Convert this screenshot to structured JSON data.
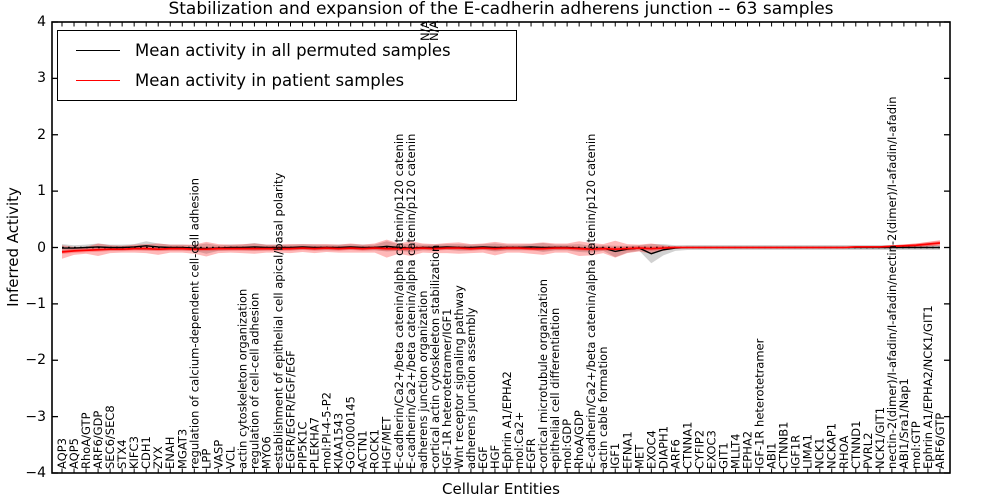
{
  "title": "Stabilization and expansion of the E-cadherin adherens junction -- 63 samples",
  "top_annotations": [
    {
      "text": "N/A"
    },
    {
      "text": "N/A"
    }
  ],
  "legend": {
    "items": [
      {
        "label": "Mean activity in all permuted samples",
        "color": "#000000"
      },
      {
        "label": "Mean activity in patient samples",
        "color": "#ff0000"
      }
    ]
  },
  "colors": {
    "permuted_line": "#000000",
    "patient_line": "#ff0000",
    "permuted_band": "rgba(0,0,0,0.18)",
    "patient_band": "rgba(255,0,0,0.28)",
    "zero_line": "#000000"
  },
  "chart_data": {
    "type": "line",
    "title": "Stabilization and expansion of the E-cadherin adherens junction -- 63 samples",
    "xlabel": "Cellular Entities",
    "ylabel": "Inferred Activity",
    "ylim": [
      -4,
      4
    ],
    "yticks": [
      4,
      3,
      2,
      1,
      0,
      -1,
      -2,
      -3,
      -4
    ],
    "grid": false,
    "legend_position": "upper left",
    "zero_reference_line": {
      "y": 0,
      "style": "dotted",
      "color": "#000000"
    },
    "categories": [
      "AQP3",
      "AQP5",
      "RhoA/GTP",
      "ARF6/GDP",
      "SEC6/SEC8",
      "STX4",
      "KIFC3",
      "CDH1",
      "ZYX",
      "ENAH",
      "MGAT3",
      "regulation of calcium-dependent cell-cell adhesion",
      "LPP",
      "VASP",
      "VCL",
      "actin cytoskeleton organization",
      "regulation of cell-cell adhesion",
      "MYO6",
      "establishment of epithelial cell apical/basal polarity",
      "EGFR/EGFR/EGF/EGF",
      "PIP5K1C",
      "PLEKHA7",
      "mol:PI-4-5-P2",
      "KIAA1543",
      "GO:0000145",
      "ACTN1",
      "ROCK1",
      "HGF/MET",
      "E-cadherin/Ca2+/beta catenin/alpha catenin/p120 catenin",
      "E-cadherin/Ca2+/beta catenin/alpha catenin/p120 catenin",
      "adherens junction organization",
      "cortical actin cytoskeleton stabilization",
      "IGF-1R heterotetramer/IGF1",
      "Wnt receptor signaling pathway",
      "adherens junction assembly",
      "EGF",
      "HGF",
      "Ephrin A1/EPHA2",
      "mol:Ca2+",
      "EGFR",
      "cortical microtubule organization",
      "epithelial cell differentiation",
      "mol:GDP",
      "RhoA/GDP",
      "E-cadherin/Ca2+/beta catenin/alpha catenin/p120 catenin",
      "actin cable formation",
      "IGF1",
      "EFNA1",
      "MET",
      "EXOC4",
      "DIAPH1",
      "ARF6",
      "CTNNA1",
      "CYFIP2",
      "EXOC3",
      "GIT1",
      "MLLT4",
      "EPHA2",
      "IGF-1R heterotetramer",
      "ABI1",
      "CTNNB1",
      "IGF1R",
      "LIMA1",
      "NCK1",
      "NCKAP1",
      "RHOA",
      "CTNND1",
      "PVRL2",
      "NCK1/GIT1",
      "nectin-2(dimer)/I-afadin/I-afadin/nectin-2(dimer)/I-afadin/I-afadin",
      "ABI1/Sra1/Nap1",
      "mol:GTP",
      "Ephrin A1/EPHA2/NCK1/GIT1",
      "ARF6/GTP"
    ],
    "series": [
      {
        "name": "Mean activity in all permuted samples",
        "color": "#000000",
        "band_color": "rgba(0,0,0,0.18)",
        "values": [
          -0.01,
          -0.01,
          0,
          0.01,
          0,
          0,
          0.01,
          0.03,
          0.01,
          0,
          0,
          -0.01,
          -0.02,
          -0.01,
          0,
          0,
          0.01,
          0,
          0,
          0,
          0.01,
          0,
          0,
          0,
          0.01,
          0,
          0,
          0.02,
          0,
          -0.01,
          0,
          0,
          0.01,
          0,
          0,
          0.01,
          0,
          0,
          0,
          0.01,
          0,
          0,
          0,
          -0.01,
          -0.03,
          -0.01,
          -0.07,
          -0.03,
          -0.01,
          -0.11,
          -0.04,
          -0.01,
          0,
          0,
          0,
          0,
          0,
          0,
          0,
          0,
          0,
          0,
          0,
          0,
          0,
          0,
          0,
          0,
          0,
          0,
          0,
          0,
          0,
          0
        ],
        "band_halfwidth": [
          0.07,
          0.05,
          0.05,
          0.06,
          0.05,
          0.05,
          0.05,
          0.08,
          0.06,
          0.05,
          0.05,
          0.05,
          0.09,
          0.05,
          0.05,
          0.05,
          0.07,
          0.05,
          0.05,
          0.05,
          0.05,
          0.05,
          0.05,
          0.05,
          0.05,
          0.05,
          0.05,
          0.09,
          0.06,
          0.07,
          0.05,
          0.05,
          0.05,
          0.06,
          0.05,
          0.05,
          0.07,
          0.05,
          0.05,
          0.05,
          0.08,
          0.05,
          0.05,
          0.07,
          0.06,
          0.05,
          0.1,
          0.06,
          0.05,
          0.17,
          0.1,
          0.05,
          0.045,
          0.045,
          0.045,
          0.045,
          0.045,
          0.045,
          0.045,
          0.045,
          0.045,
          0.045,
          0.045,
          0.045,
          0.045,
          0.045,
          0.045,
          0.045,
          0.045,
          0.045,
          0.045,
          0.045,
          0.045,
          0.045
        ]
      },
      {
        "name": "Mean activity in patient samples",
        "color": "#ff0000",
        "band_color": "rgba(255,0,0,0.28)",
        "values": [
          -0.08,
          -0.06,
          -0.05,
          -0.04,
          -0.03,
          -0.03,
          -0.02,
          -0.02,
          -0.03,
          -0.02,
          -0.02,
          -0.03,
          -0.03,
          -0.02,
          -0.02,
          -0.02,
          -0.02,
          -0.02,
          -0.02,
          -0.02,
          -0.01,
          -0.02,
          -0.01,
          -0.02,
          -0.01,
          -0.02,
          -0.01,
          -0.02,
          -0.02,
          -0.02,
          -0.01,
          -0.02,
          -0.01,
          -0.01,
          -0.02,
          -0.01,
          -0.02,
          -0.01,
          -0.01,
          -0.02,
          -0.02,
          -0.01,
          -0.01,
          -0.02,
          -0.03,
          -0.02,
          -0.03,
          -0.02,
          -0.01,
          -0.02,
          -0.01,
          0,
          0,
          0,
          0,
          0,
          0,
          0,
          0,
          0,
          0,
          0,
          0,
          0,
          0,
          0,
          0.01,
          0.01,
          0.01,
          0.02,
          0.03,
          0.04,
          0.06,
          0.08
        ],
        "band_halfwidth": [
          0.12,
          0.07,
          0.06,
          0.11,
          0.07,
          0.06,
          0.07,
          0.08,
          0.1,
          0.07,
          0.07,
          0.08,
          0.13,
          0.08,
          0.07,
          0.08,
          0.09,
          0.07,
          0.07,
          0.08,
          0.07,
          0.08,
          0.07,
          0.07,
          0.08,
          0.07,
          0.08,
          0.16,
          0.09,
          0.13,
          0.08,
          0.08,
          0.09,
          0.1,
          0.08,
          0.08,
          0.12,
          0.08,
          0.08,
          0.09,
          0.11,
          0.08,
          0.08,
          0.13,
          0.11,
          0.08,
          0.15,
          0.08,
          0.06,
          0.09,
          0.05,
          0.02,
          0.015,
          0.015,
          0.015,
          0.015,
          0.015,
          0.015,
          0.015,
          0.015,
          0.015,
          0.015,
          0.015,
          0.015,
          0.015,
          0.015,
          0.015,
          0.015,
          0.015,
          0.02,
          0.025,
          0.03,
          0.04,
          0.05
        ]
      }
    ]
  }
}
